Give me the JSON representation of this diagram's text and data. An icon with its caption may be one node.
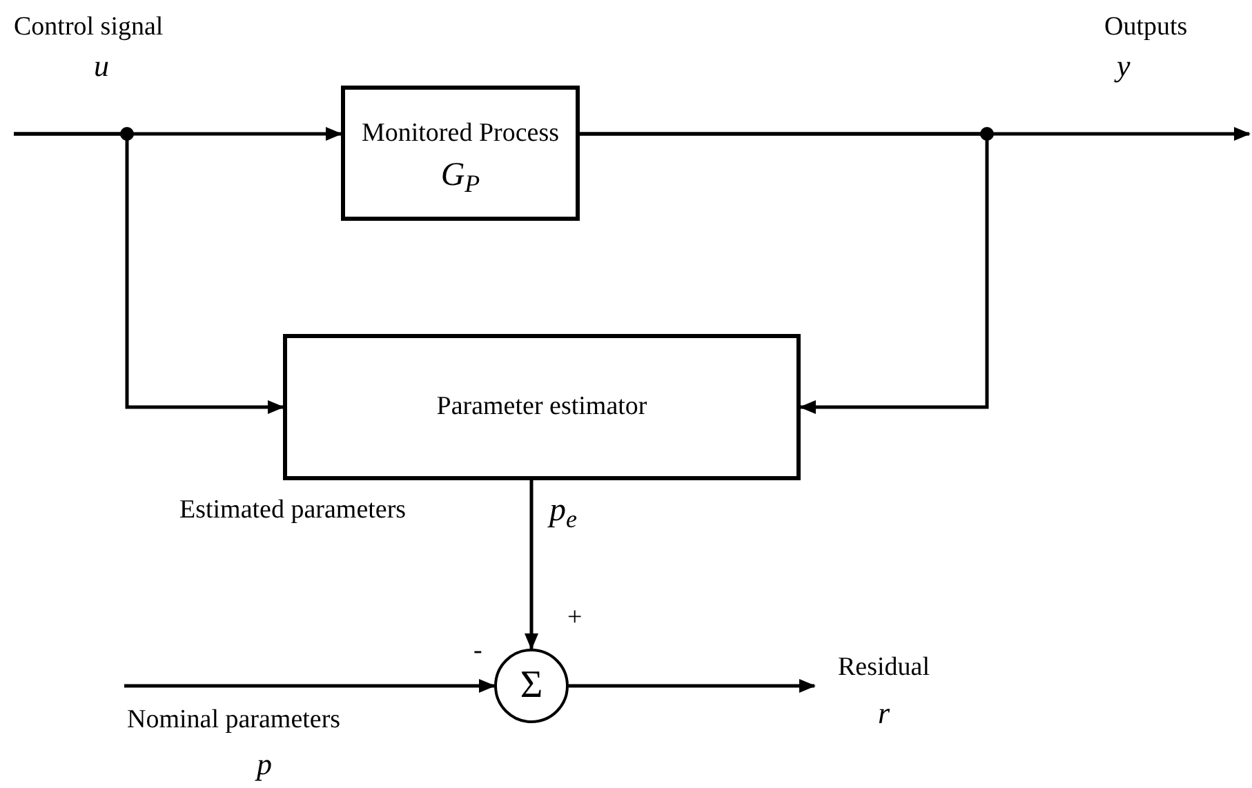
{
  "diagram": {
    "nodes": [
      {
        "text": [
          "Monitored Process",
          "G$_{P}$"
        ]
      },
      {
        "text": [
          "Parameter estimator"
        ]
      },
      {
        "text": [
          "Σ"
        ],
        "beside": [
          "-",
          "+"
        ]
      }
    ],
    "edges": [
      {
        "from": null,
        "to": 0,
        "arrow": "to"
      },
      {
        "from": null,
        "to": 1,
        "arrow": "to"
      },
      {
        "from": 0,
        "to": null,
        "arrow": "to"
      },
      {
        "from": 0,
        "to": 1,
        "arrow": "to"
      },
      {
        "from": 1,
        "to": 2,
        "arrow": "to",
        "label": "p$_{e}$"
      },
      {
        "from": null,
        "to": 2,
        "arrow": "to"
      },
      {
        "from": 2,
        "to": null,
        "arrow": "to"
      }
    ],
    "labels": [
      "Control signal",
      "u",
      "Outputs",
      "y",
      "Estimated parameters",
      "Nominal parameters",
      "p",
      "Residual",
      "r"
    ]
  }
}
